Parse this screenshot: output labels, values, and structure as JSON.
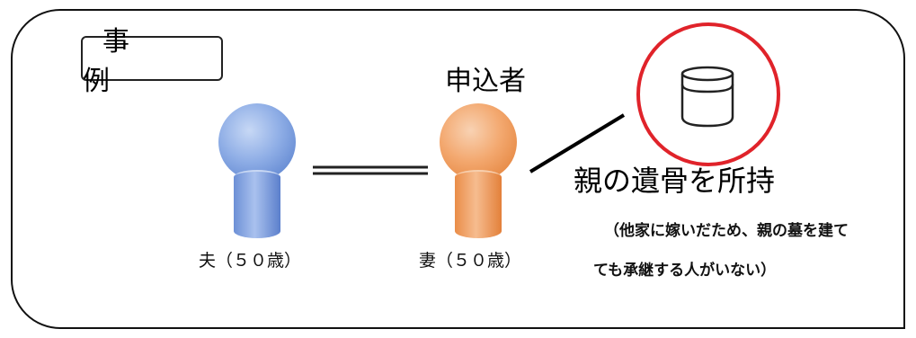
{
  "case_label": "事 例",
  "applicant_label": "申込者",
  "husband": {
    "label": "夫（５０歳）",
    "color": "#5b7fcc"
  },
  "wife": {
    "label": "妻（５０歳）",
    "color": "#e3803a"
  },
  "remains_label": "親の遺骨を所持",
  "note": {
    "line1": "（他家に嫁いだため、親の墓を建て",
    "line2": "ても承継する人がいない）"
  },
  "icons": {
    "urn": "urn-icon"
  },
  "colors": {
    "highlight_circle": "#e0232a",
    "frame": "#111111"
  }
}
